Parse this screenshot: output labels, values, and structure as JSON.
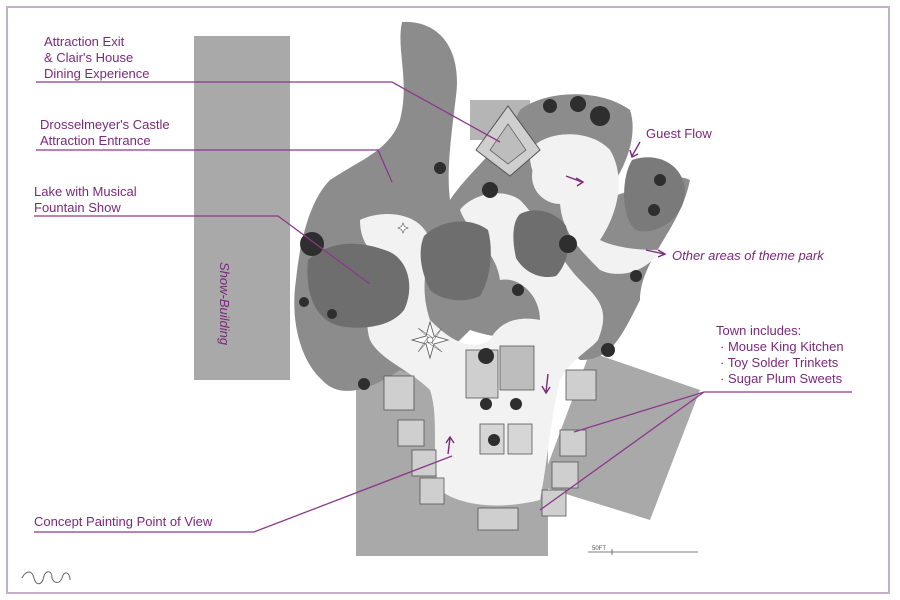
{
  "labels": {
    "attraction_exit": "Attraction Exit\n& Clair's House\nDining Experience",
    "castle_entrance": "Drosselmeyer's Castle\nAttraction Entrance",
    "lake": "Lake with Musical\nFountain Show",
    "guest_flow": "Guest Flow",
    "other_areas": "Other areas of theme park",
    "show_building": "Show-Building",
    "town_heading": "Town includes:",
    "town_items": [
      "Mouse King Kitchen",
      "Toy Solder Trinkets",
      "Sugar Plum Sweets"
    ],
    "concept_painting": "Concept Painting Point of View",
    "scale": "50FT"
  },
  "colors": {
    "label": "#7a2a7a",
    "leader": "#8a3a8a",
    "frame": "#c7afc9",
    "building_gray": "#a9a9a9",
    "water": "#6e6e6e",
    "foliage": "#8c8c8c",
    "tree": "#2e2e2e",
    "path": "#f2f2f2"
  },
  "icons": [
    "compass-rose-icon",
    "flow-arrow-icon",
    "signature-logo-icon",
    "tree-icon"
  ]
}
